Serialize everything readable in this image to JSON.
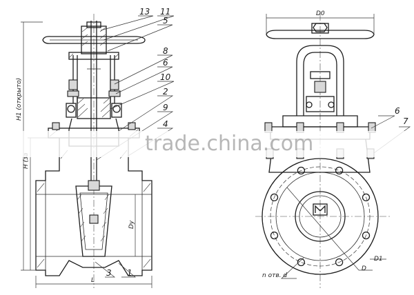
{
  "side_view": {
    "callouts": [
      {
        "id": "c13",
        "text": "13"
      },
      {
        "id": "c11",
        "text": "11"
      },
      {
        "id": "c5",
        "text": "5"
      },
      {
        "id": "c8",
        "text": "8"
      },
      {
        "id": "c6",
        "text": "6"
      },
      {
        "id": "c10",
        "text": "10"
      },
      {
        "id": "c2",
        "text": "2"
      },
      {
        "id": "c9",
        "text": "9"
      },
      {
        "id": "c4",
        "text": "4"
      },
      {
        "id": "c3",
        "text": "3"
      },
      {
        "id": "c1",
        "text": "1"
      }
    ],
    "dimensions": {
      "height_open": "H1 (открыто)",
      "height_closed": "H (за",
      "nominal_bore": "Dy",
      "length": "L"
    }
  },
  "end_view": {
    "callouts": [
      {
        "id": "c6",
        "text": "6"
      },
      {
        "id": "c7",
        "text": "7"
      }
    ],
    "dimensions": {
      "handwheel_diameter": "D0",
      "bolt_circle": "D1",
      "flange_diameter": "D",
      "bolt_holes": "n отв. d"
    }
  },
  "watermark": "trade.china.com"
}
